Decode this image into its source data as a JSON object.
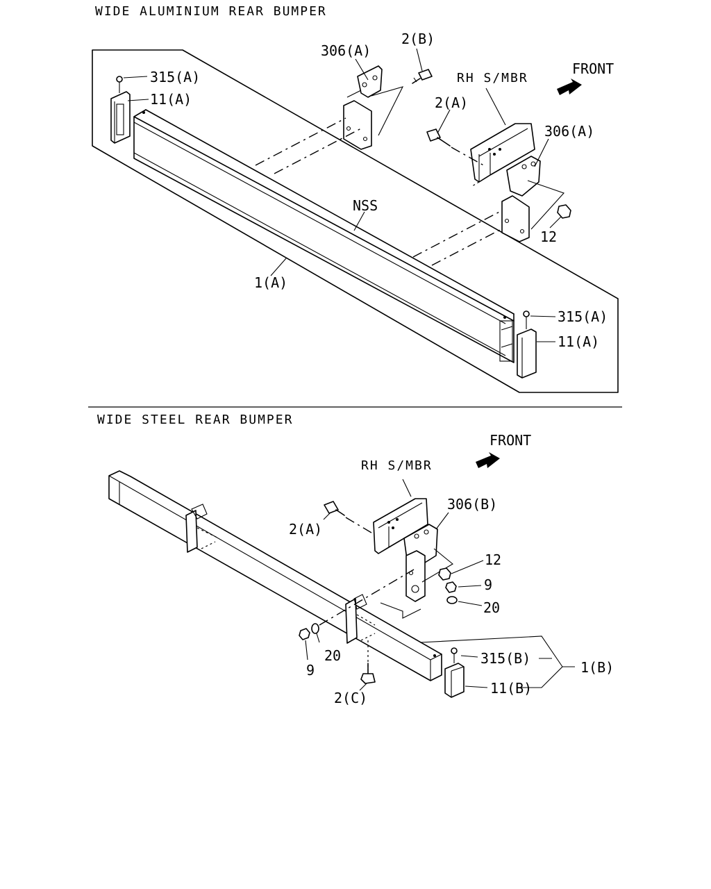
{
  "sections": [
    {
      "title": "WIDE ALUMINIUM REAR BUMPER",
      "front": "FRONT",
      "rh_smbr": "RH S/MBR",
      "labels": {
        "p306a_top": "306(A)",
        "p2b": "2(B)",
        "p315a_top": "315(A)",
        "p11a_top": "11(A)",
        "p2a": "2(A)",
        "p306a_right": "306(A)",
        "nss": "NSS",
        "p12": "12",
        "p1a": "1(A)",
        "p315a_bot": "315(A)",
        "p11a_bot": "11(A)"
      }
    },
    {
      "title": "WIDE STEEL REAR BUMPER",
      "front": "FRONT",
      "rh_smbr": "RH S/MBR",
      "labels": {
        "p306b": "306(B)",
        "p2a": "2(A)",
        "p12": "12",
        "p9_right": "9",
        "p20_right": "20",
        "p20_left": "20",
        "p9_left": "9",
        "p315b": "315(B)",
        "p1b": "1(B)",
        "p11b": "11(B)",
        "p2c": "2(C)"
      }
    }
  ]
}
